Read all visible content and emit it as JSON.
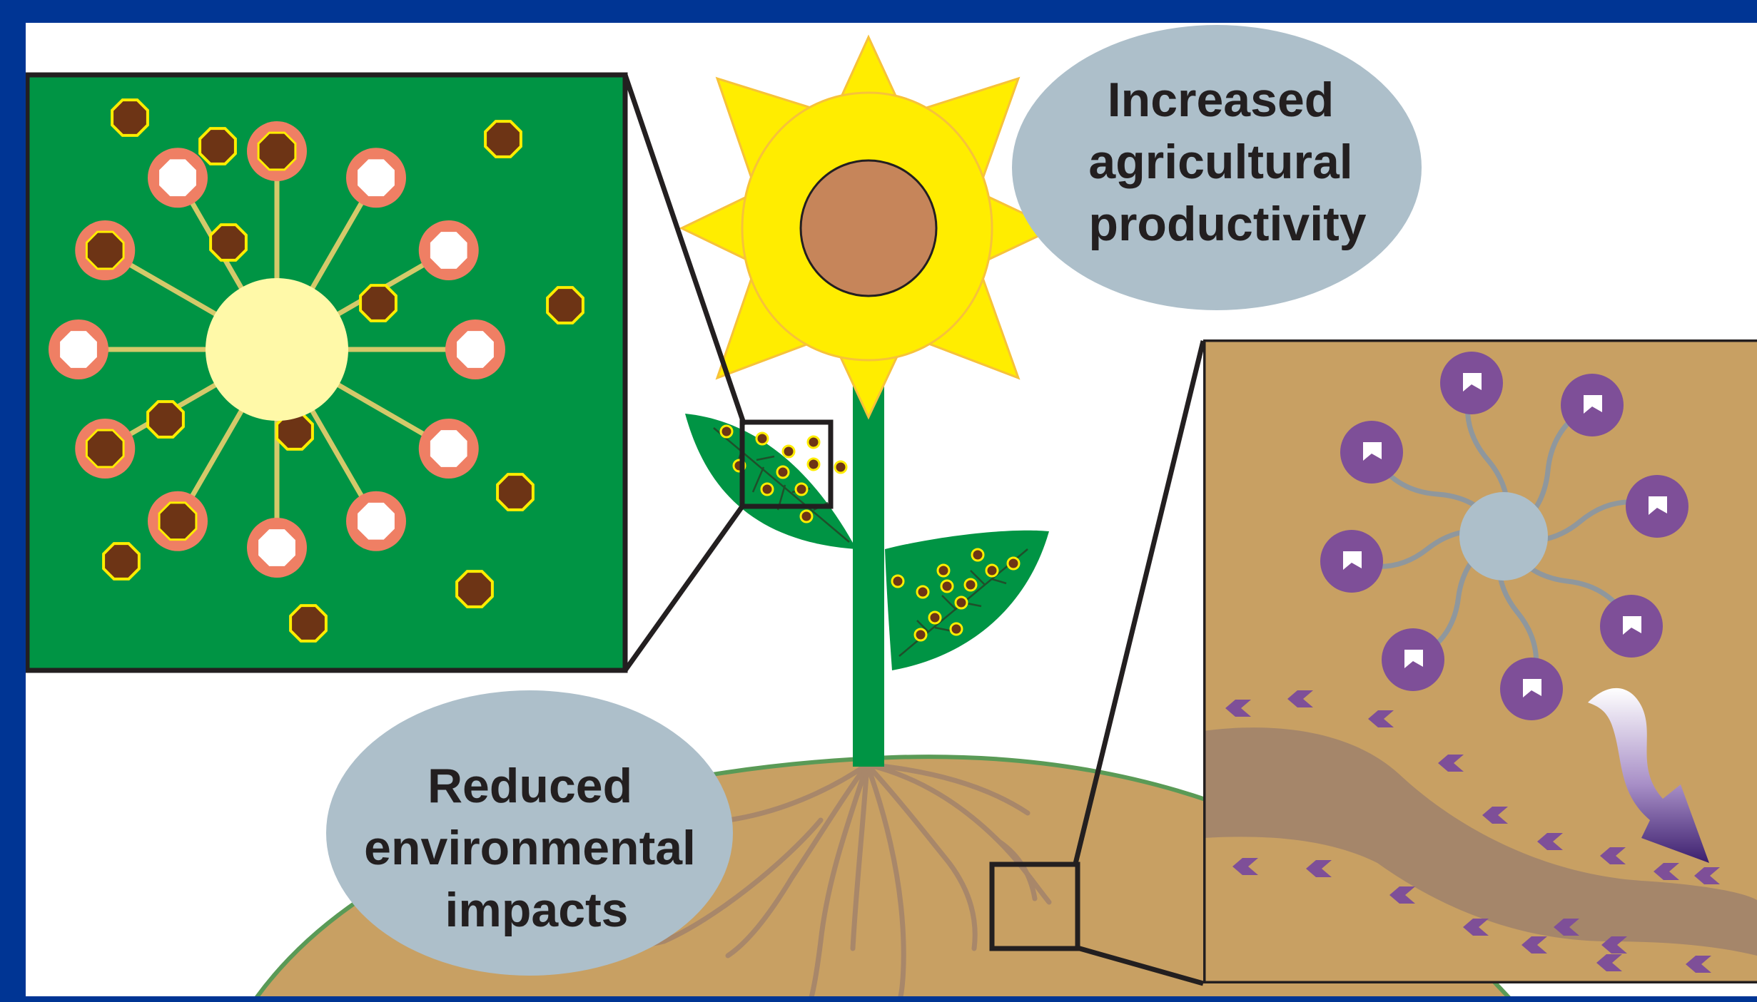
{
  "colors": {
    "frame": "#003594",
    "panel_background": "#ffffff",
    "leaf_green": "#009444",
    "petal_yellow": "#ffed00",
    "flower_center": "#c6855a",
    "soil_tan": "#c8a063",
    "water_band": "#a5866a",
    "callout_grey": "#adbfca",
    "nanoparticle_core": "#fff9a8",
    "nanoparticle_shell": "#ef7f64",
    "nutrient_brown": "#6d3415",
    "purple_carrier": "#7e4f98",
    "outline": "#231f20"
  },
  "callouts": {
    "productivity": [
      "Increased",
      "agricultural",
      "productivity"
    ],
    "environment": [
      "Reduced",
      "environmental",
      "impacts"
    ]
  },
  "left_inset": {
    "arm_count": 12,
    "captured_particles": 4,
    "free_particles": 12
  },
  "right_inset": {
    "arm_count": 8,
    "released_chevrons": 18
  },
  "icons": {
    "leaf_particle": "nutrient-particle-icon",
    "release_arrow": "curved-arrow-icon"
  }
}
